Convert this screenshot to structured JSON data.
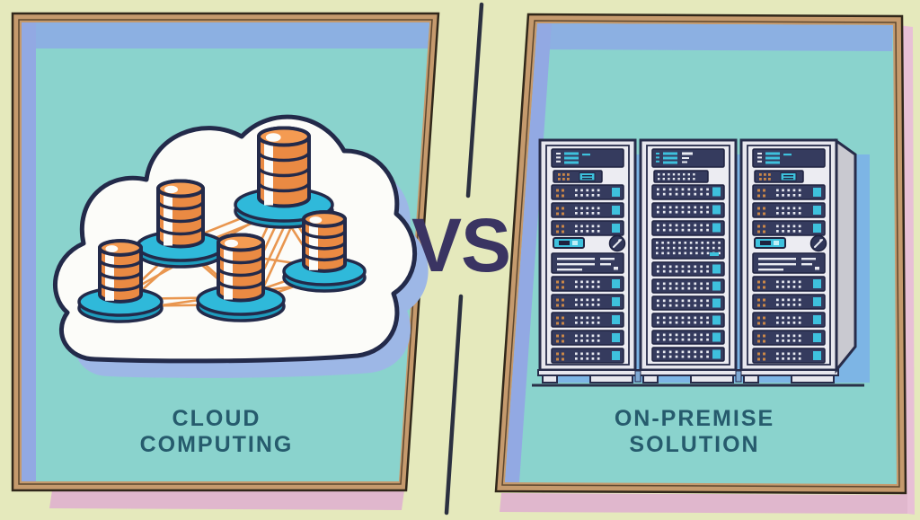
{
  "title": "Cloud Computing vs On-Premise Solution",
  "divider": {
    "label": "VS"
  },
  "left_panel": {
    "caption_line1": "CLOUD",
    "caption_line2": "COMPUTING",
    "illustration": "cloud-with-database-network",
    "database_node_count": 5
  },
  "right_panel": {
    "caption_line1": "ON-PREMISE",
    "caption_line2": "SOLUTION",
    "illustration": "server-rack-row",
    "server_rack_count": 3
  },
  "icons": [
    "cloud-icon",
    "database-cylinder-icon",
    "network-link-lines",
    "server-rack-icon",
    "fan-emblem-icon"
  ],
  "colors": {
    "background": "#e5e9bc",
    "panel_frame_tan": "#c59a6d",
    "panel_frame_edge": "#30271a",
    "panel_top_band_blue": "#8cb0e2",
    "panel_left_band_blue": "#92a9e3",
    "panel_teal": "#8ad3cd",
    "pink_shadow": "#e0b7cd",
    "cloud_white": "#fcfcf9",
    "outline_navy": "#232a4a",
    "cloud_shadow_periwinkle": "#9db7e6",
    "db_orange": "#ea8a43",
    "db_orange_top": "#f49b52",
    "node_base_teal": "#2fb9da",
    "node_base_teal_dark": "#1e9cbd",
    "network_line_orange": "#e9964f",
    "rack_body_gray": "#e7e7ee",
    "rack_side_gray": "#c9c9d0",
    "rack_outline": "#272c4a",
    "unit_navy": "#353b5e",
    "unit_outline": "#1f2340",
    "led_white": "#e9ebf2",
    "led_teal": "#3ec1dd",
    "led_orange": "#cc8848",
    "rack_shadow_blue": "#7db5e5",
    "base_connector_blue": "#7fa9d4",
    "caption_text": "#265b6d",
    "vs_text": "#3a3462",
    "divider_line": "#2b3040"
  }
}
